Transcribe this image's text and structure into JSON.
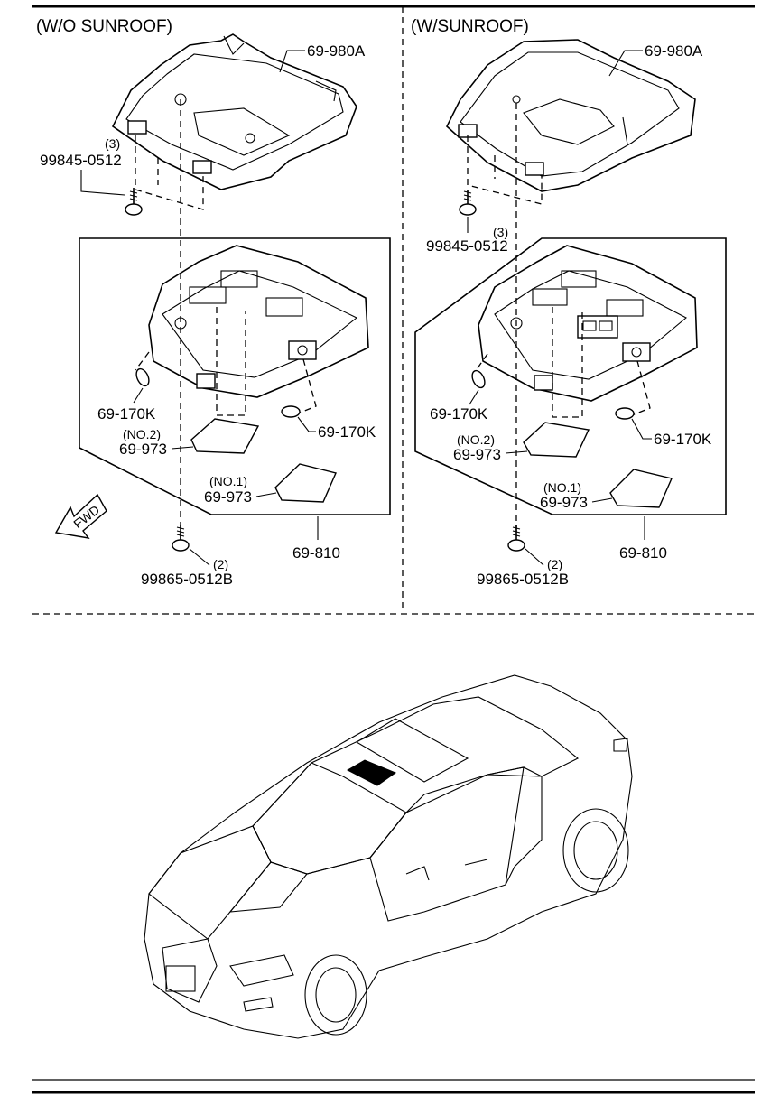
{
  "left_panel": {
    "title": "(W/O SUNROOF)",
    "labels": {
      "roof_lining": "69-980A",
      "screw_qty": "(3)",
      "screw_part": "99845-0512",
      "bulb_left": "69-170K",
      "bulb_right": "69-170K",
      "lens2_note": "(NO.2)",
      "lens2_part": "69-973",
      "lens1_note": "(NO.1)",
      "lens1_part": "69-973",
      "bolt_qty": "(2)",
      "bolt_part": "99865-0512B",
      "assembly": "69-810",
      "fwd": "FWD"
    }
  },
  "right_panel": {
    "title": "(W/SUNROOF)",
    "labels": {
      "roof_lining": "69-980A",
      "screw_part": "99845-0512",
      "screw_qty": "(3)",
      "bulb_left": "69-170K",
      "bulb_right": "69-170K",
      "lens2_note": "(NO.2)",
      "lens2_part": "69-973",
      "lens1_note": "(NO.1)",
      "lens1_part": "69-973",
      "bolt_qty": "(2)",
      "bolt_part": "99865-0512B",
      "assembly": "69-810"
    }
  }
}
